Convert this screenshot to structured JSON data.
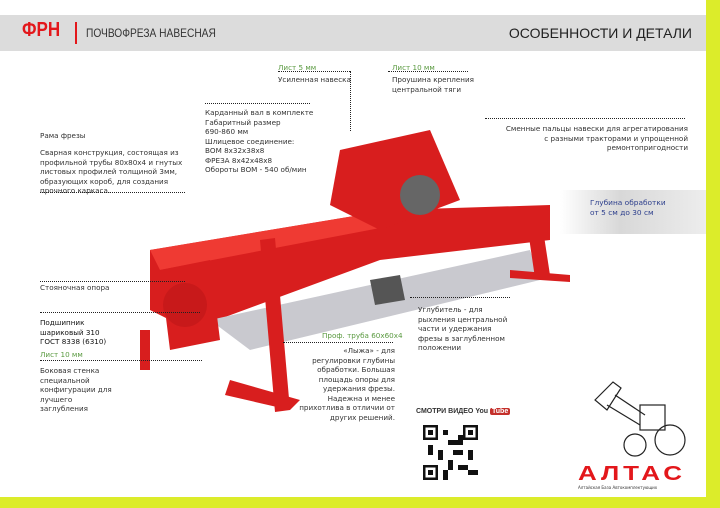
{
  "header": {
    "code": "ФРН",
    "subtitle": "ПОЧВОФРЕЗА НАВЕСНАЯ",
    "section_title": "ОСОБЕННОСТИ И ДЕТАЛИ"
  },
  "callouts": {
    "sheet5": {
      "label": "Лист 5 мм",
      "text": "Усиленная навеска"
    },
    "sheet10_top": {
      "label": "Лист 10 мм",
      "text": "Проушина крепления центральной тяги"
    },
    "cardan": {
      "lines": [
        "Карданный вал в комплекте",
        "Габаритный размер",
        "690-860 мм",
        "Шлицевое соединение:",
        "ВОМ 8x32x38x8",
        "ФРЕЗА 8x42x48x8",
        "Обороты ВОМ - 540 об/мин"
      ]
    },
    "frame": {
      "title": "Рама фрезы",
      "text": "Сварная конструкция, состоящая из профильной трубы 80x80x4 и гнутых листовых профилей толщиной 3мм, образующих короб, для создания прочного каркаса."
    },
    "pins": {
      "text": "Сменные пальцы навески для агрегатирования с разными тракторами и упрощенной ремонтопригодности"
    },
    "depth": {
      "line1": "Глубина обработки",
      "line2": "от 5 см до 30 см"
    },
    "stand": {
      "text": "Стояночная опора"
    },
    "bearing": {
      "text": "Подшипник шариковый 310 ГОСТ 8338 (6310)"
    },
    "side": {
      "label": "Лист 10 мм",
      "text": "Боковая стенка специальной конфигурации для лучшего заглубления"
    },
    "deepener": {
      "text": "Углубитель - для рыхления центральной части и удержания фрезы в заглубленном положении"
    },
    "ski": {
      "label": "Проф. труба 60x60x4",
      "text": "«Лыжа» - для регулировки глубины обработки. Большая площадь опоры для удержания фрезы. Надежна и менее прихотлива в отличии от других решений."
    }
  },
  "video": {
    "label": "СМОТРИ ВИДЕО",
    "brand_you": "You",
    "brand_tube": "Tube"
  },
  "logo": {
    "text": "АЛТАС",
    "tagline": "Алтайская База Автокомплектующих"
  },
  "colors": {
    "brand_red": "#e3171b",
    "accent_green": "#5a9a40",
    "border_yellow": "#dcec2a",
    "depth_text": "#2c3e8c"
  }
}
